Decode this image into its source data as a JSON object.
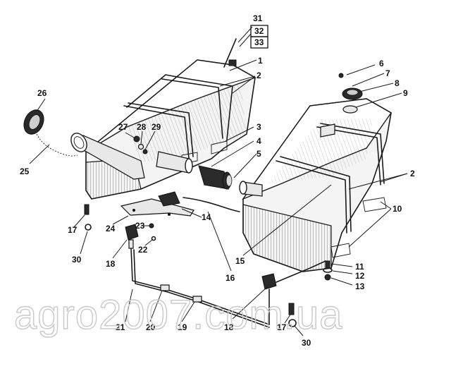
{
  "watermark": "agro2007.com.ua",
  "callouts": {
    "c31": "31",
    "c32": "32",
    "c33": "33",
    "c1": "1",
    "c2a": "2",
    "c2b": "2",
    "c3": "3",
    "c4": "4",
    "c5": "5",
    "c6": "6",
    "c7": "7",
    "c8": "8",
    "c9": "9",
    "c10": "10",
    "c11": "11",
    "c12": "12",
    "c13": "13",
    "c14": "14",
    "c15": "15",
    "c16": "16",
    "c17a": "17",
    "c17b": "17",
    "c18a": "18",
    "c18b": "18",
    "c19": "19",
    "c20": "20",
    "c21": "21",
    "c22": "22",
    "c23": "23",
    "c24": "24",
    "c25": "25",
    "c26": "26",
    "c27": "27",
    "c28": "28",
    "c29": "29",
    "c30a": "30",
    "c30b": "30"
  }
}
